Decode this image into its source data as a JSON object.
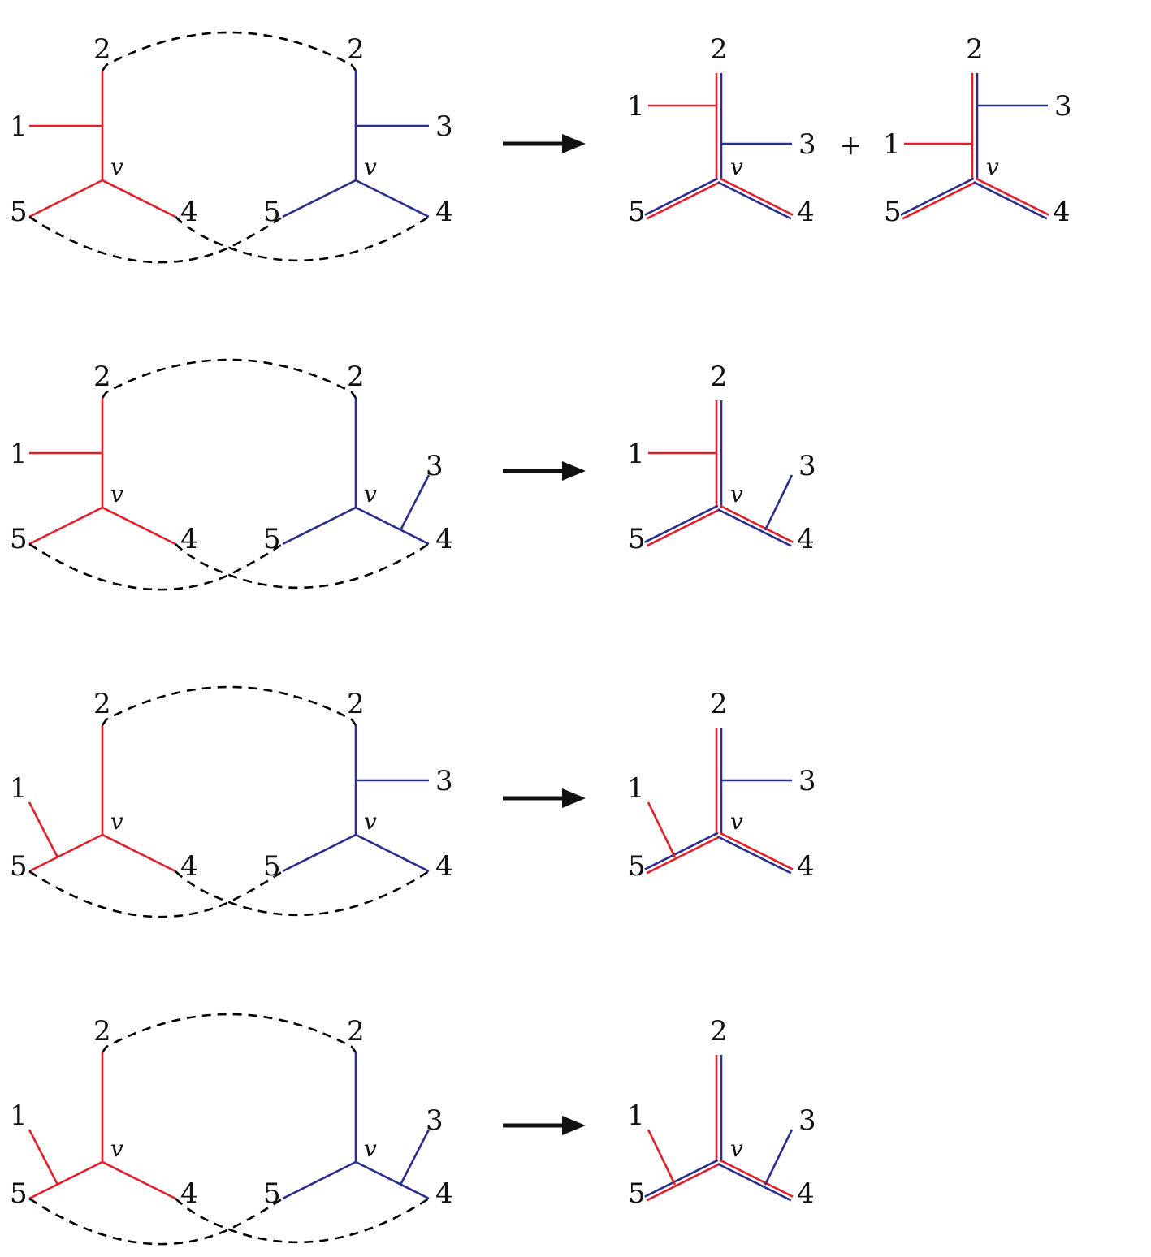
{
  "colors": {
    "red": "#e0202a",
    "blue": "#2a2e8c",
    "dashed": "#000000",
    "text": "#111111"
  },
  "labels": {
    "n1": "1",
    "n2": "2",
    "n3": "3",
    "n4": "4",
    "n5": "5",
    "v": "v",
    "plus": "+"
  },
  "rows": [
    {
      "id": "row1",
      "left_branch1": "vertical",
      "right_branch3": "vertical",
      "results": 2
    },
    {
      "id": "row2",
      "left_branch1": "vertical",
      "right_branch3": "diagonal",
      "results": 1
    },
    {
      "id": "row3",
      "left_branch1": "diagonal",
      "right_branch3": "vertical",
      "results": 1
    },
    {
      "id": "row4",
      "left_branch1": "diagonal",
      "right_branch3": "diagonal",
      "results": 1
    }
  ]
}
